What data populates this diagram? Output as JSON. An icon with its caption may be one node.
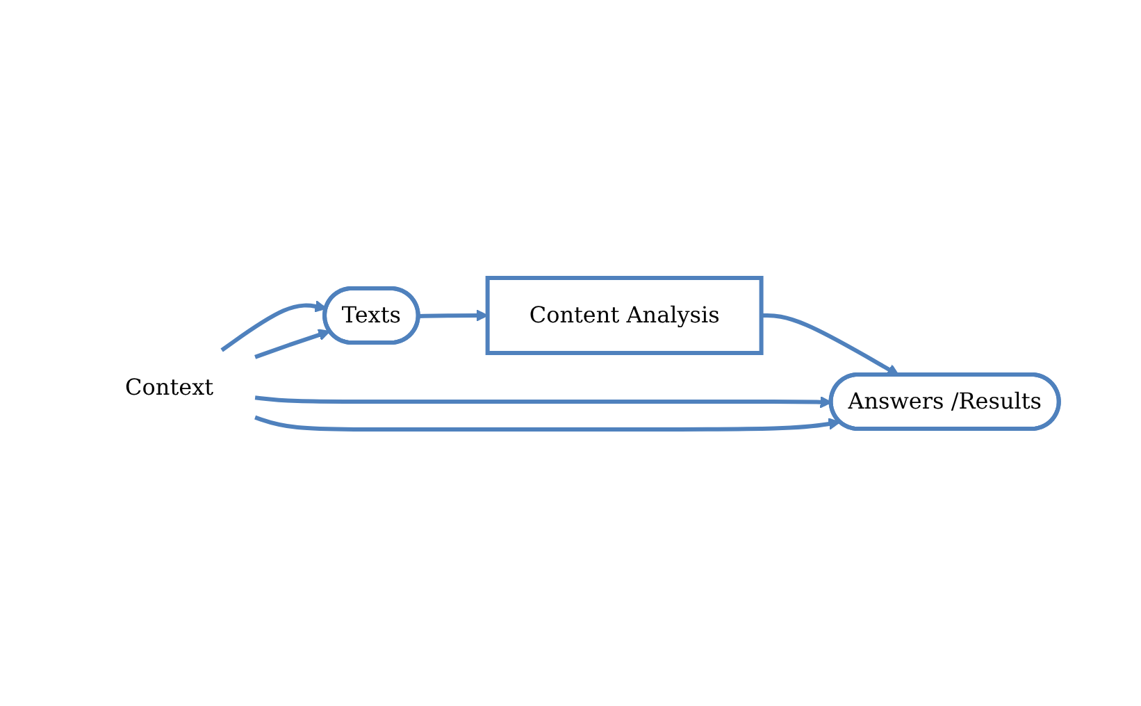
{
  "diagram": {
    "nodes": [
      {
        "text": [
          "Texts"
        ]
      },
      {
        "text": [
          "Content Analysis"
        ]
      },
      {
        "text": [
          "Context"
        ]
      },
      {
        "text": [
          "Answers /Results"
        ]
      }
    ],
    "edges": [
      {
        "from": 0,
        "to": 1,
        "arrow": "to"
      },
      {
        "from": 1,
        "to": 3,
        "arrow": "to"
      },
      {
        "from": 2,
        "to": 0,
        "arrow": "to"
      },
      {
        "from": 2,
        "to": 0,
        "arrow": "to"
      },
      {
        "from": 2,
        "to": 3,
        "arrow": "to"
      },
      {
        "from": 2,
        "to": 3,
        "arrow": "to"
      }
    ]
  }
}
